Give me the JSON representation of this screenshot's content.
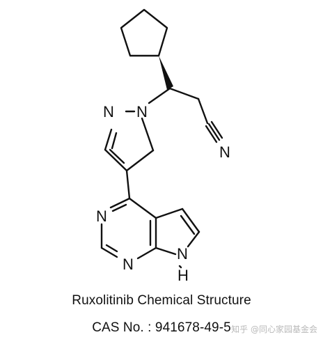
{
  "molecule": {
    "atoms": {
      "pyrazole_n1": "N",
      "pyrazole_n2": "N",
      "nitrile_n": "N",
      "pyrimidine_n3": "N",
      "pyrimidine_n1": "N",
      "pyrrole_nh_n": "N",
      "pyrrole_nh_h": "H"
    }
  },
  "caption": {
    "title": "Ruxolitinib Chemical Structure",
    "cas": "CAS No. : 941678-49-5"
  },
  "watermark": {
    "text": "知乎 @同心家园基金会"
  },
  "colors": {
    "ink": "#111111",
    "background": "#ffffff",
    "watermark": "#b9b9b9"
  }
}
